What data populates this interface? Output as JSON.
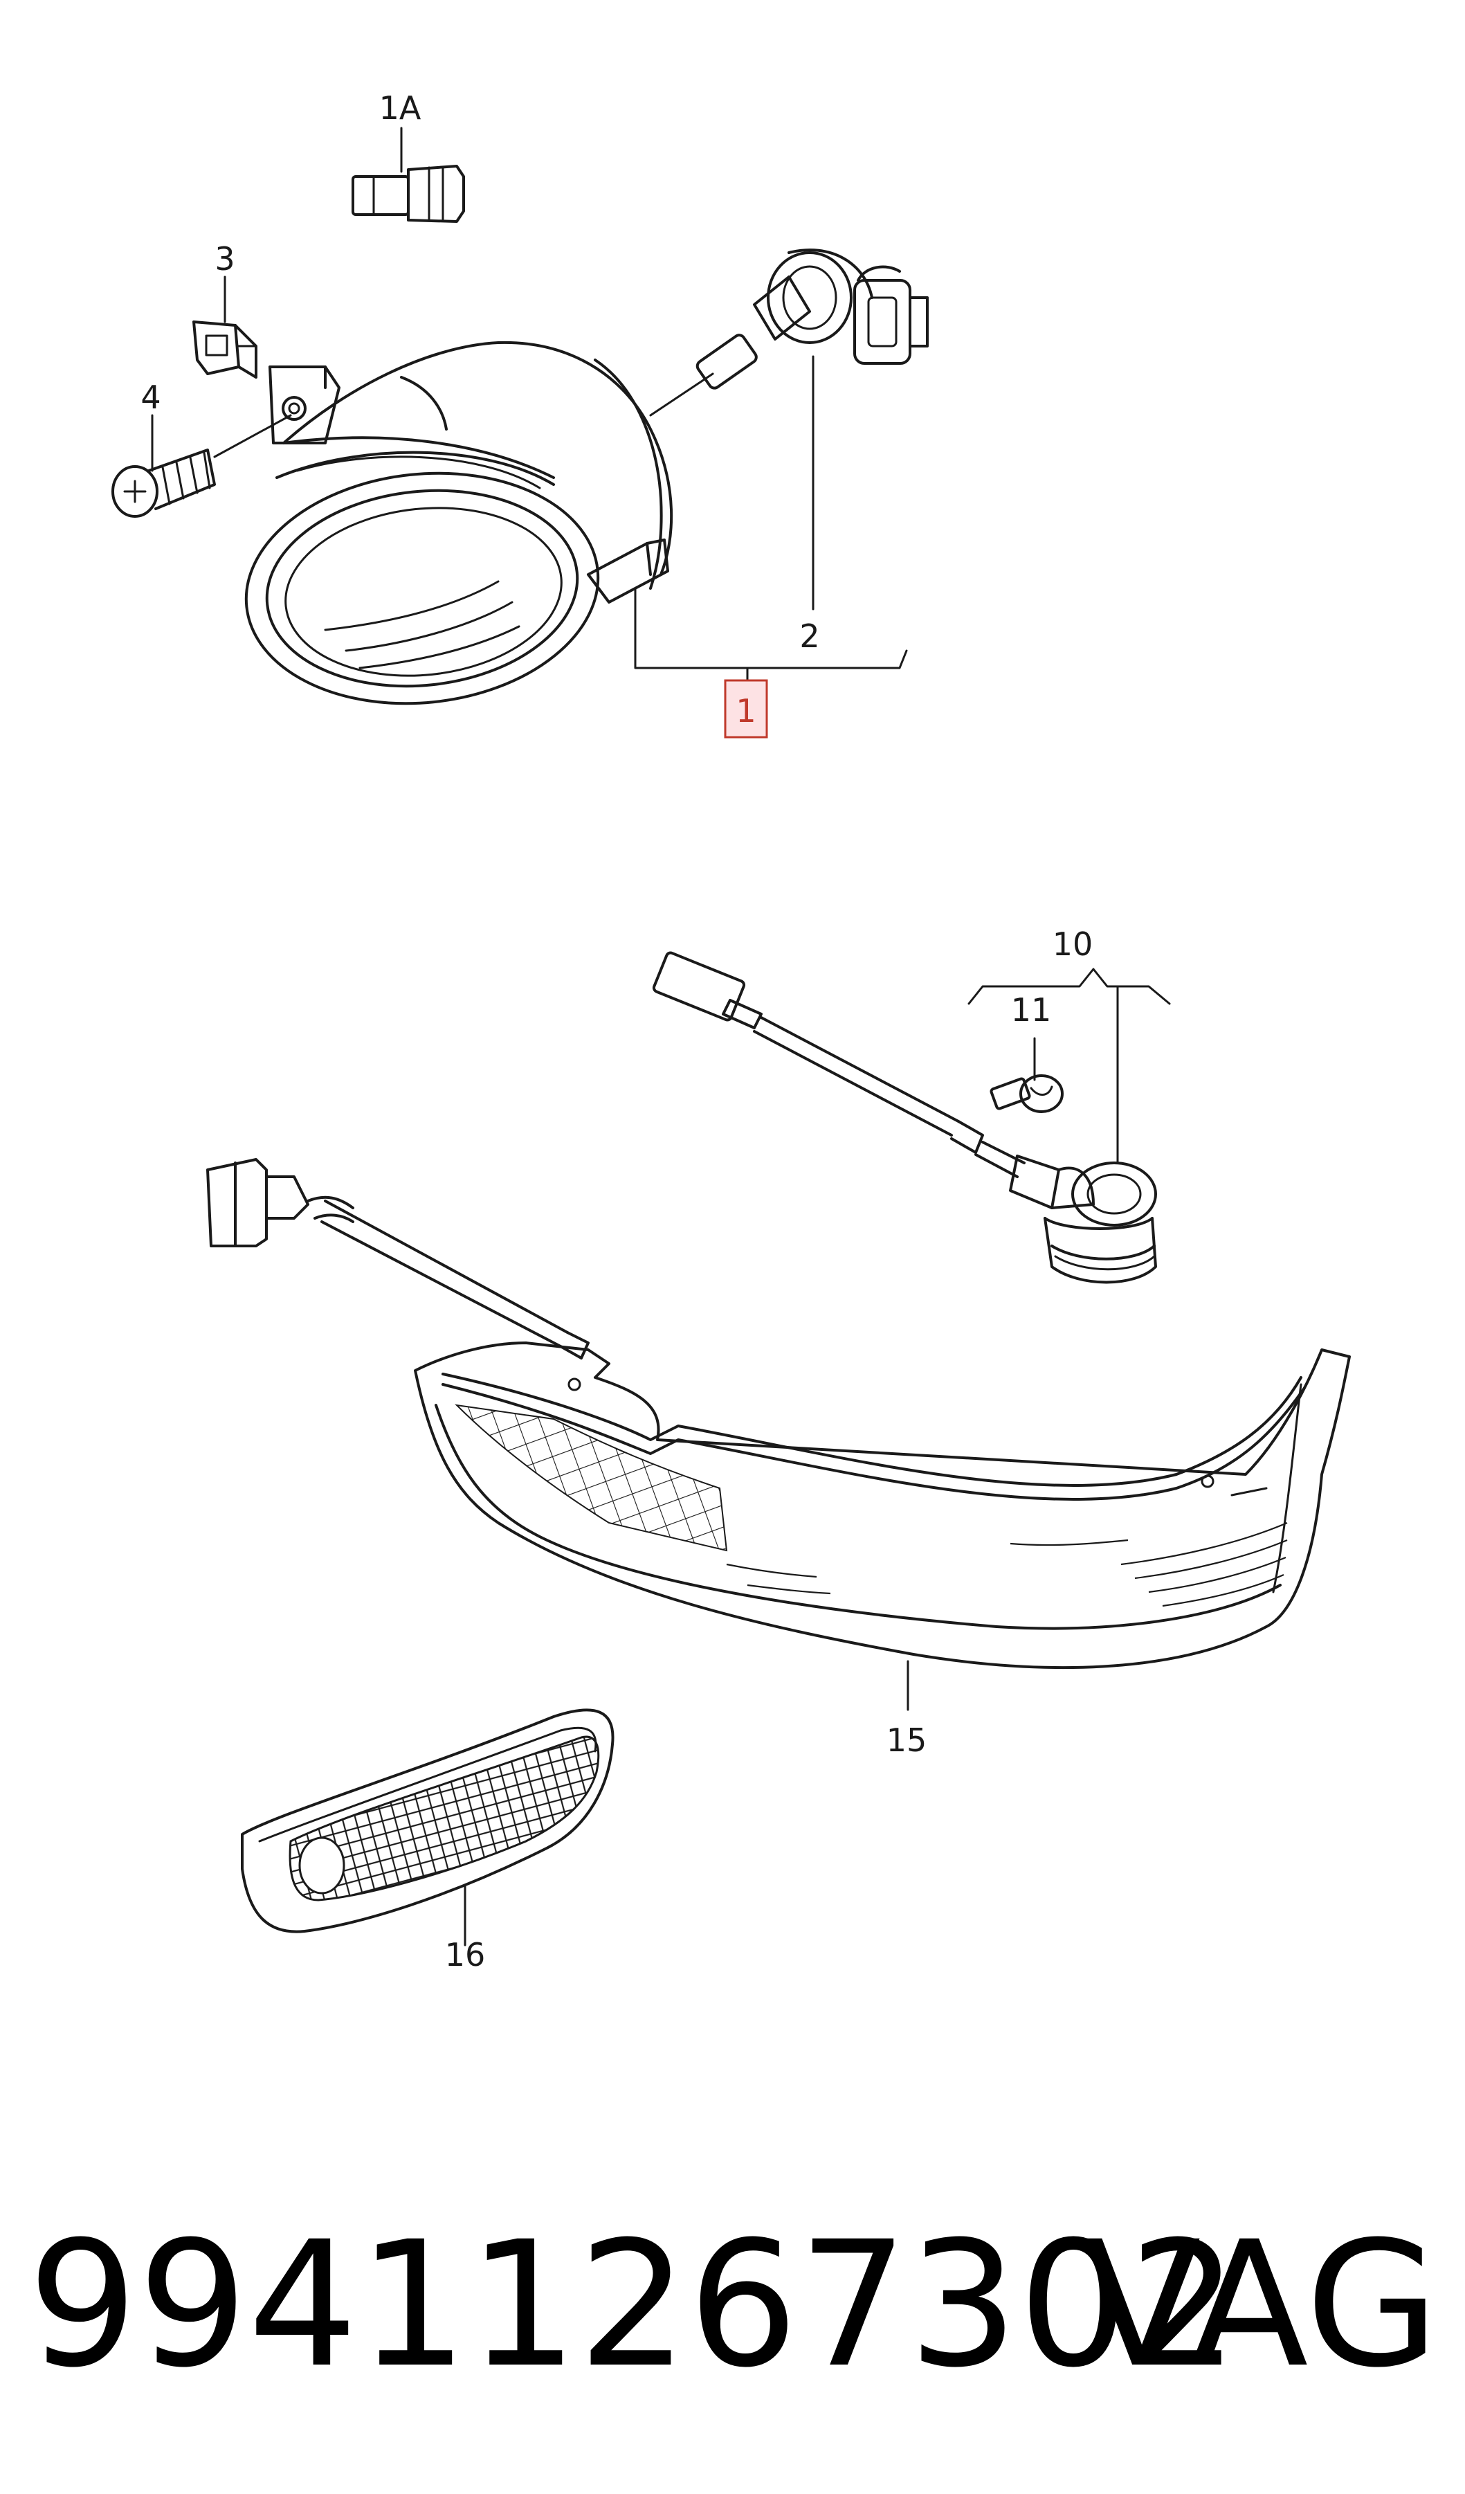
{
  "callouts": {
    "c1": "1",
    "c1a": "1A",
    "c2": "2",
    "c3": "3",
    "c4": "4",
    "c10": "10",
    "c11": "11",
    "c15": "15",
    "c16": "16"
  },
  "highlighted_callout": "1",
  "footer": {
    "part_number": "99411267302",
    "brand": "VAG"
  },
  "colors": {
    "line": "#1a1a1a",
    "highlight_fill": "#fde2e4",
    "highlight_border": "#c0392b"
  }
}
